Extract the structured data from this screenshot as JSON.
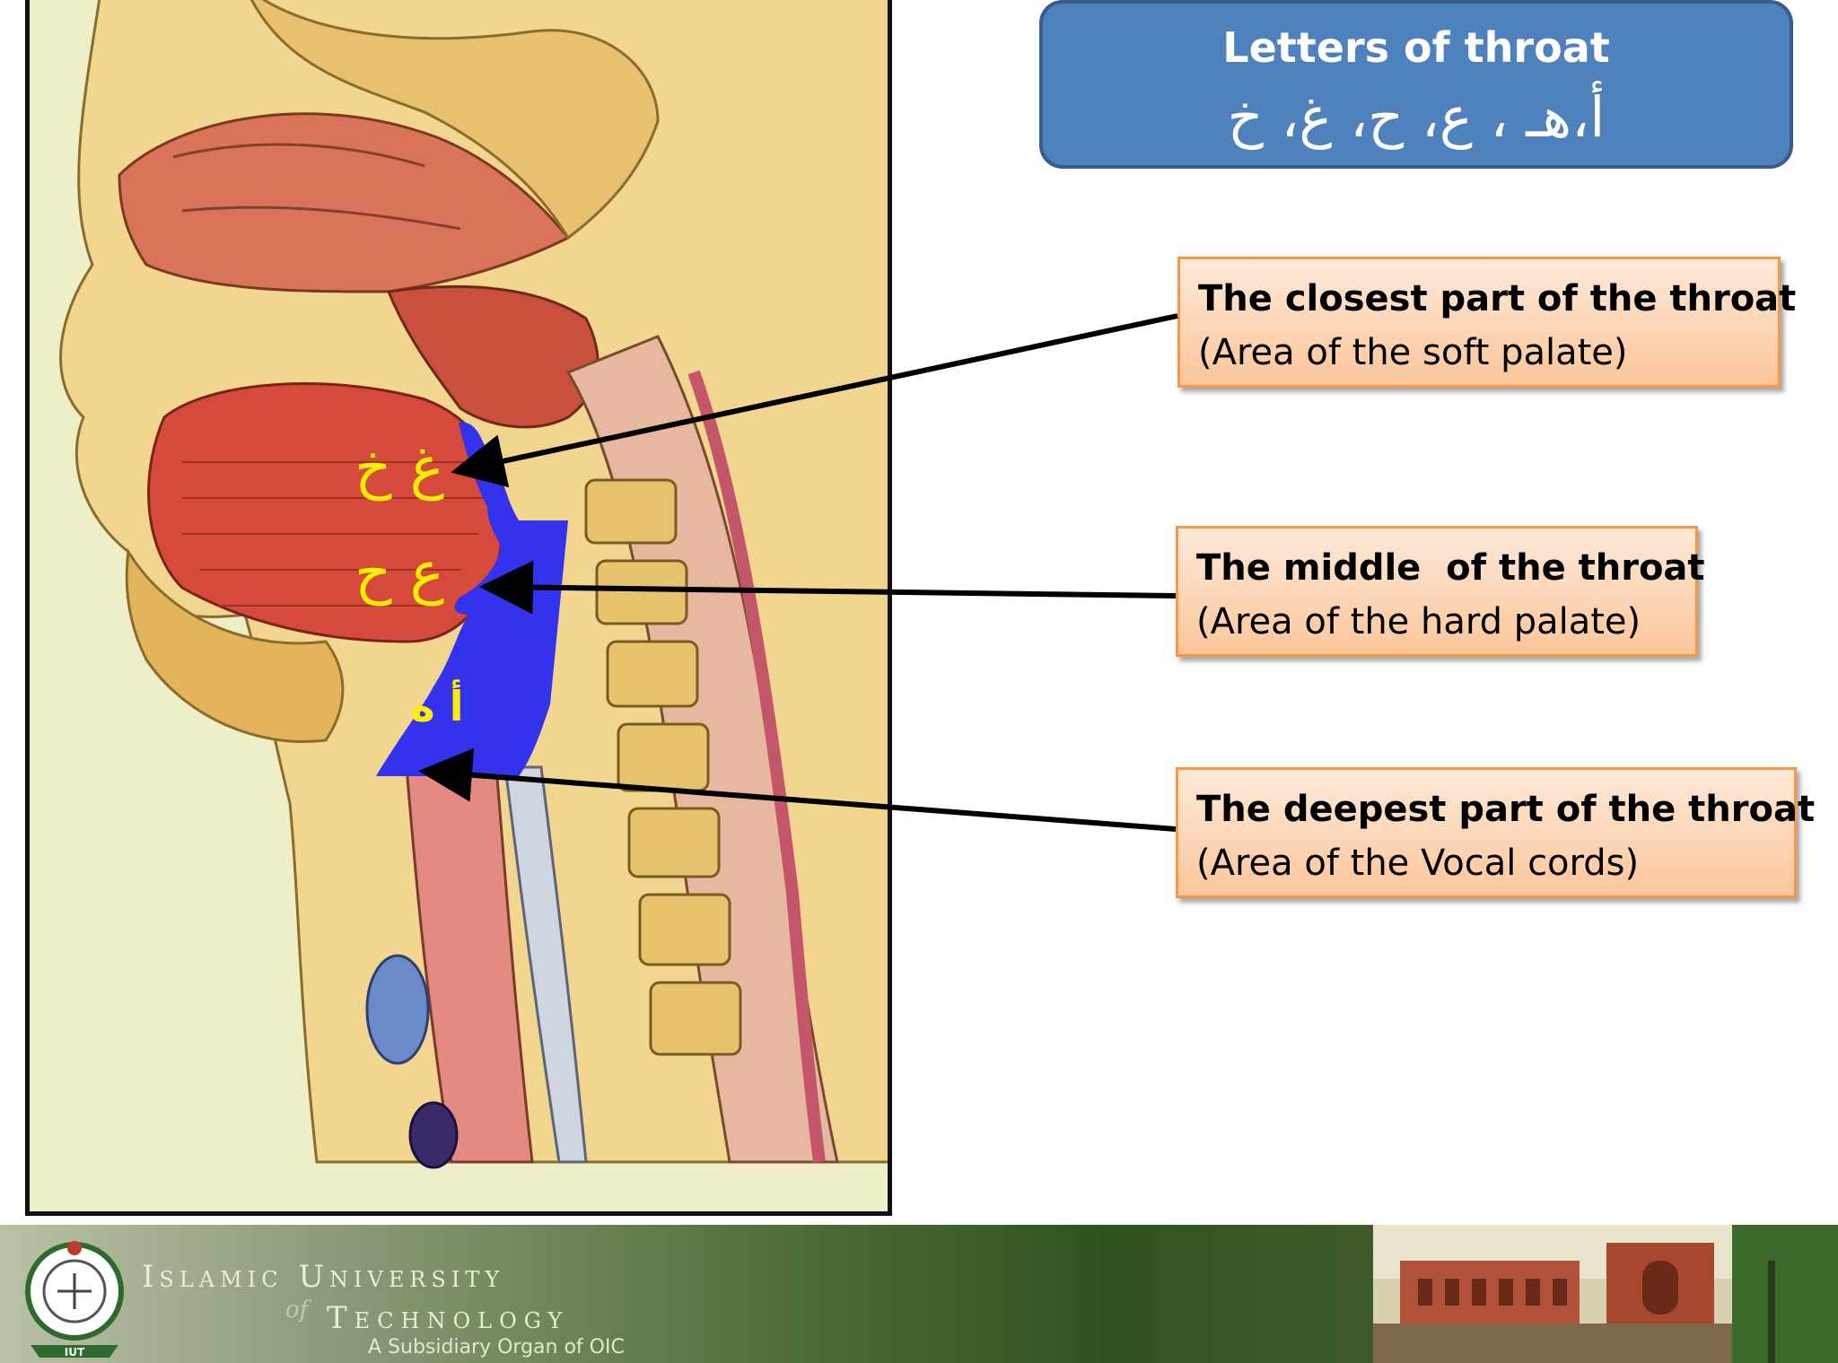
{
  "title": {
    "heading": "Letters of throat",
    "arabic_letters": "أ،هـ ، ع، ح، غ، خ"
  },
  "figure": {
    "label_upper": "غ خ",
    "label_middle": "ع ح",
    "label_lower": "أ ه",
    "highlight_color": "#3333ee",
    "label_color": "#ffee00"
  },
  "callouts": [
    {
      "title": "The closest part of the throat",
      "subtitle": "(Area of the soft palate)"
    },
    {
      "title": "The middle  of the throat",
      "subtitle": "(Area of the hard palate)"
    },
    {
      "title": "The deepest part of the throat",
      "subtitle": "(Area of the Vocal cords)"
    }
  ],
  "footer": {
    "university_line1": "Islamic University",
    "university_of": "of",
    "university_line2": "Technology",
    "tagline": "A Subsidiary Organ of OIC",
    "logo_text": "IUT"
  }
}
